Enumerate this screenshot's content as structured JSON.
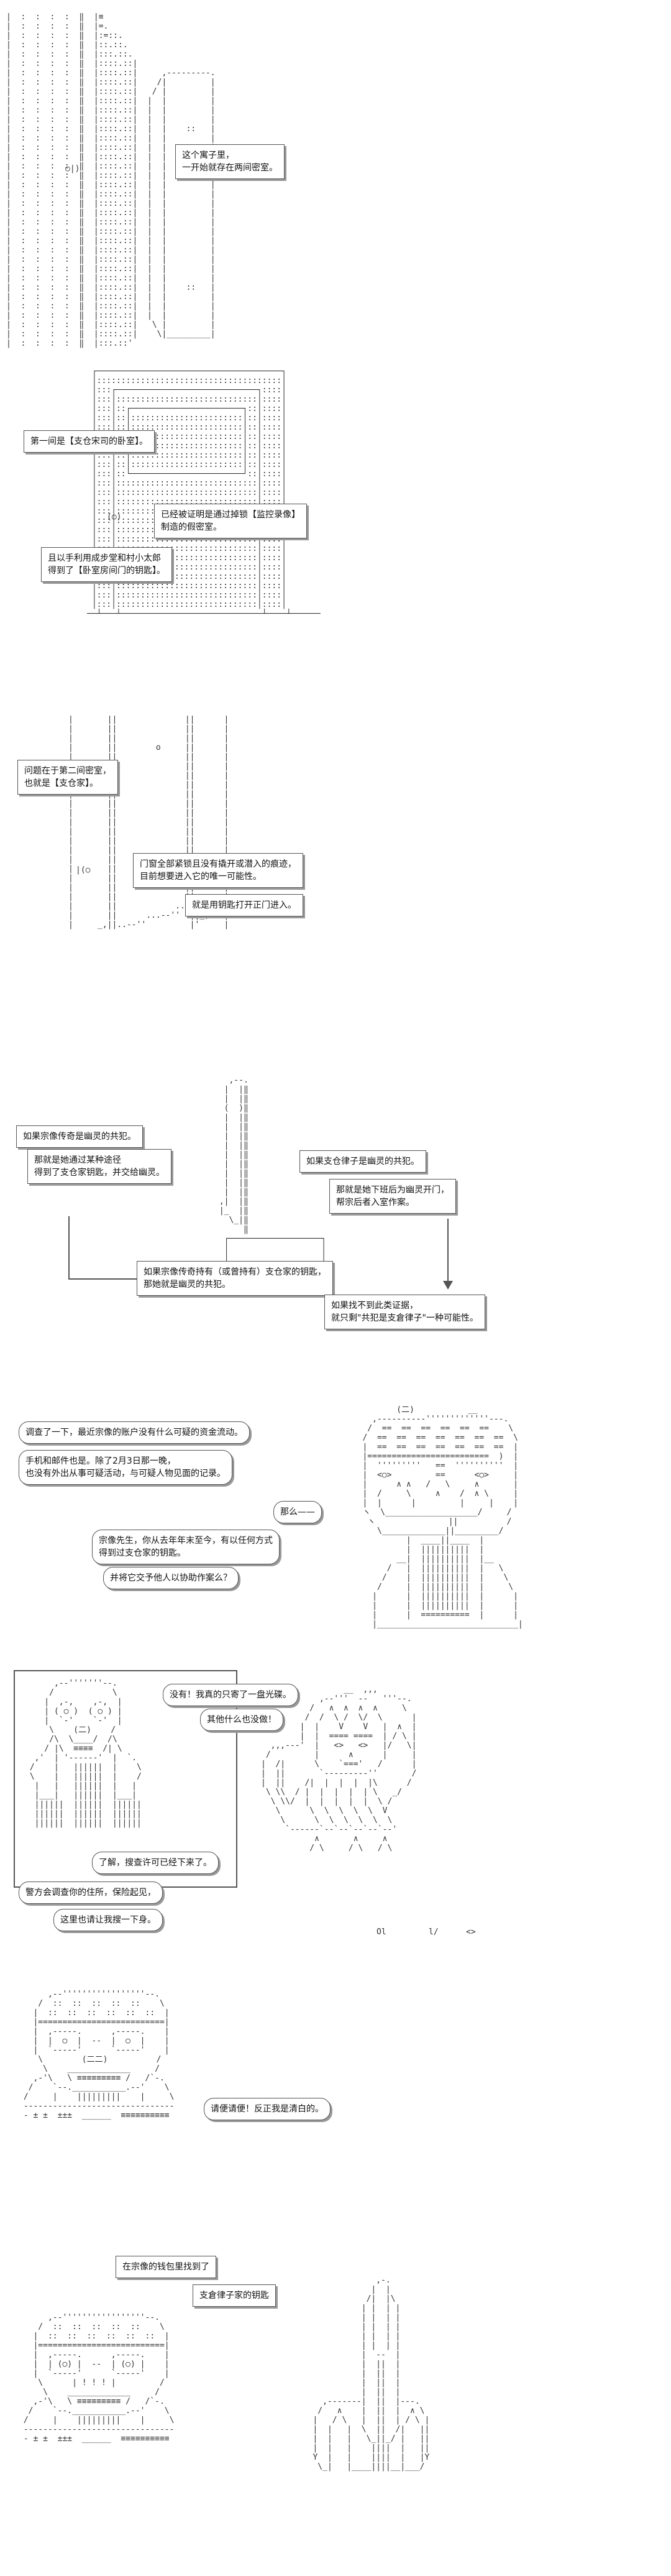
{
  "panel1": {
    "bubble": [
      "这个寓子里，",
      "一开始就存在两间密室。"
    ],
    "door_mark": "○|)"
  },
  "panel2": {
    "bubble_a": [
      "第一间是【支仓宋司的卧室】。"
    ],
    "bubble_b": [
      "已经被证明是通过掉锁【监控录像】",
      "制造的假密室。"
    ],
    "bubble_c": [
      "且以手利用成步堂和村小太郎",
      "得到了【卧室房间门的钥匙】。"
    ],
    "door_mark": "(○)"
  },
  "panel3": {
    "bubble_a": [
      "问题在于第二间密室，",
      "也就是【支仓家】。"
    ],
    "bubble_b": [
      "门窗全部紧锁且没有撬开或潜入的痕迹，",
      "目前想要进入它的唯一可能性。"
    ],
    "bubble_c": [
      "就是用钥匙打开正门进入。"
    ],
    "door_mark": "|(○"
  },
  "panel4": {
    "bubble_a": [
      "如果宗像传奇是幽灵的共犯。"
    ],
    "bubble_b": [
      "那就是她通过某种途径",
      "得到了支仓家钥匙，并交给幽灵。"
    ],
    "bubble_c": [
      "如果支仓律子是幽灵的共犯。"
    ],
    "bubble_d": [
      "那就是她下班后为幽灵开门，",
      "帮宗后者入室作案。"
    ],
    "bubble_e": [
      "如果宗像传奇持有（或曾持有）支仓家的钥匙，",
      "那她就是幽灵的共犯。"
    ],
    "bubble_f": [
      "如果找不到此类证据，",
      "就只剩\"共犯是支倉律子\"一种可能性。"
    ]
  },
  "panel5": {
    "bubble_a": [
      "调查了一下，最近宗像的账户没有什么可疑的资金流动。"
    ],
    "bubble_b": [
      "手机和邮件也是。除了2月3日那一晚，",
      "也没有外出从事可疑活动，与可疑人物见面的记录。"
    ],
    "bubble_c": [
      "那么——"
    ],
    "bubble_d": [
      "宗像先生，你从去年年末至今，有以任何方式",
      "得到过支仓家的钥匙。"
    ],
    "bubble_e": [
      "并将它交予他人以协助作案么？"
    ]
  },
  "panel6": {
    "bubble_a": [
      "没有！我真的只寄了一盘光碟。"
    ],
    "bubble_b": [
      "其他什么也没做！"
    ],
    "bubble_c": [
      "了解，搜查许可已经下来了。"
    ],
    "bubble_d": [
      "警方会调查你的住所，保险起见，"
    ],
    "bubble_e": [
      "这里也请让我搜一下身。"
    ],
    "marks": [
      "Ol",
      "l/",
      "<>"
    ]
  },
  "panel7": {
    "bubble_a": [
      "请便请便！反正我是清白的。"
    ],
    "bubble_b": [
      "在宗像的钱包里找到了"
    ],
    "bubble_c": [
      "支倉律子家的钥匙"
    ]
  }
}
